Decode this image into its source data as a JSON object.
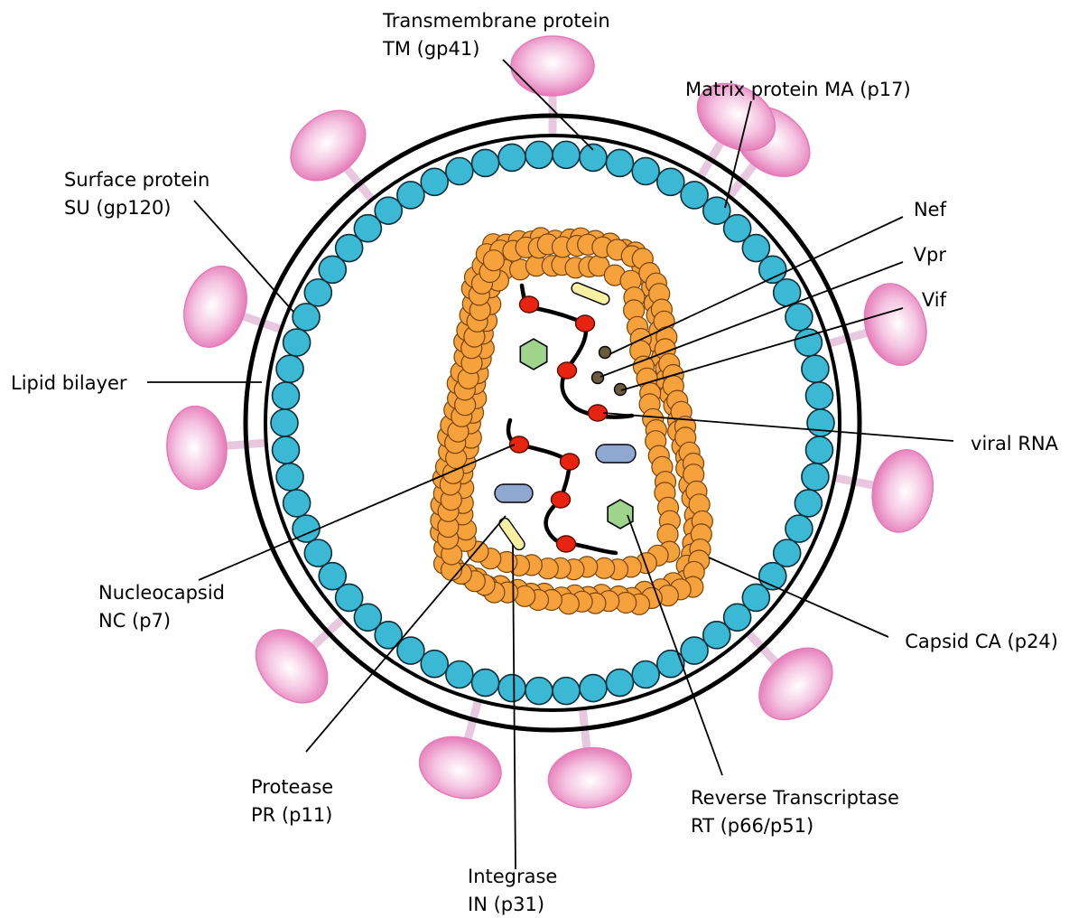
{
  "colors": {
    "envelope_ring": "#000000",
    "matrix_bead": "#3ab8d4",
    "matrix_bead_edge": "#0d2f3a",
    "capsid_bead": "#f5a13c",
    "capsid_bead_edge": "#7a4306",
    "knob_center": "#ffffff",
    "knob_edge": "#e57ab8",
    "stalk": "#e8c8de",
    "rna_node": "#e8230f",
    "small_dot": "#6b5a3e",
    "hexagon": "#9fd48d",
    "pill_blue": "#8fa8cf",
    "pill_yellow": "#f7f0a0"
  },
  "labels": {
    "transmembrane": [
      "Transmembrane protein",
      "TM (gp41)"
    ],
    "matrix": [
      "Matrix protein MA (p17)"
    ],
    "surface": [
      "Surface protein",
      "SU (gp120)"
    ],
    "nef": [
      "Nef"
    ],
    "vpr": [
      "Vpr"
    ],
    "vif": [
      "Vif"
    ],
    "lipid": [
      "Lipid bilayer"
    ],
    "rna": [
      "viral RNA"
    ],
    "nucleocapsid": [
      "Nucleocapsid",
      "NC (p7)"
    ],
    "capsid": [
      "Capsid CA (p24)"
    ],
    "protease": [
      "Protease",
      "PR (p11)"
    ],
    "rt": [
      "Reverse Transcriptase",
      "RT (p66/p51)"
    ],
    "integrase": [
      "Integrase",
      "IN (p31)"
    ]
  }
}
